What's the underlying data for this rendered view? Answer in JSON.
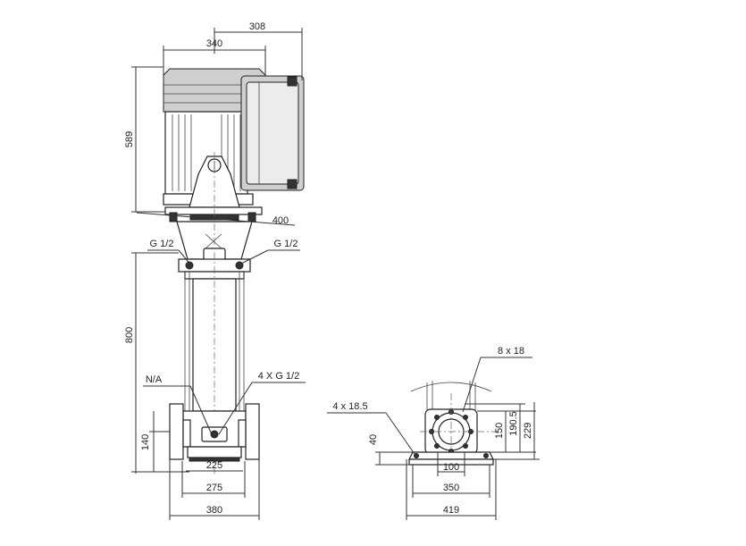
{
  "dimensions": {
    "motor_width_top": "308",
    "motor_width": "340",
    "motor_height": "589",
    "flange_width": "400",
    "port_left": "G 1/2",
    "port_right": "G 1/2",
    "pump_height": "800",
    "na_label": "N/A",
    "ports_bottom": "4 X G 1/2",
    "inlet_height": "140",
    "base_225": "225",
    "base_275": "275",
    "base_380": "380",
    "bolt_holes": "8 x 18",
    "foot_holes": "4 x 18.5",
    "side_40": "40",
    "side_150": "150",
    "side_190_5": "190.5",
    "side_229": "229",
    "side_100": "100",
    "side_350": "350",
    "side_419": "419"
  }
}
